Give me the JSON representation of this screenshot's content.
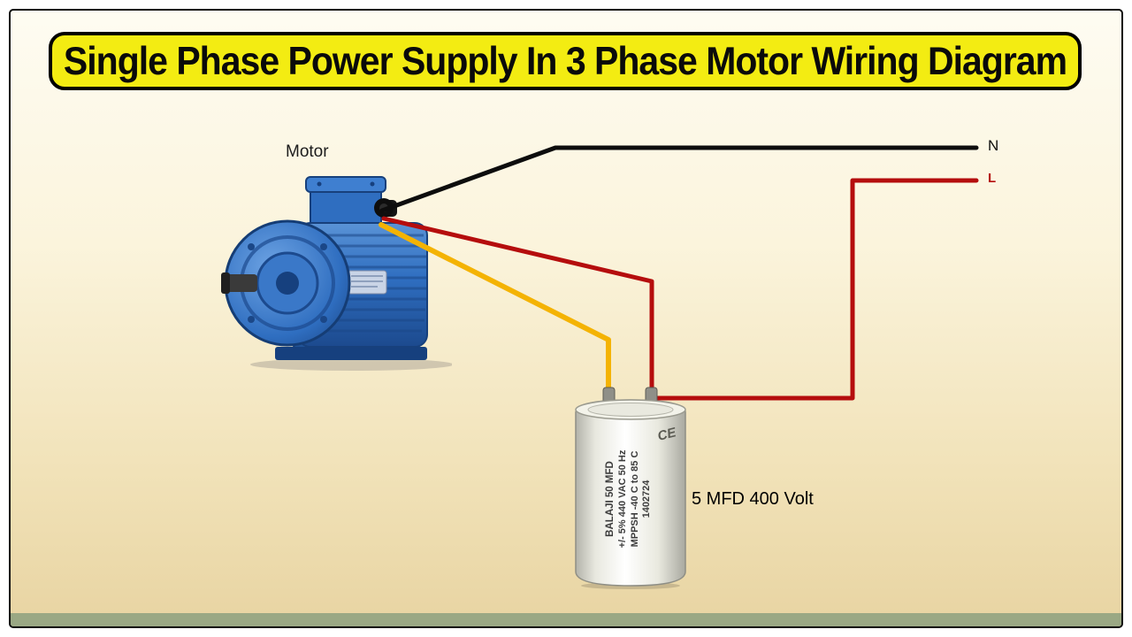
{
  "title": "Single Phase Power Supply In 3 Phase  Motor Wiring Diagram",
  "motor": {
    "label": "Motor"
  },
  "supply": {
    "neutral_label": "N",
    "line_label": "L"
  },
  "capacitor": {
    "print_line1": "BALAJI 50 MFD",
    "print_line2": "+/- 5%  440 VAC 50 Hz",
    "print_line3": "MPPSH -40  C to  85  C",
    "print_line4": "1402724",
    "ce_mark": "CE",
    "value_label": "5 MFD 400 Volt"
  },
  "colors": {
    "banner_bg": "#f3ec12",
    "banner_border": "#000000",
    "wire_neutral": "#0d0d0d",
    "wire_line": "#b50d0d",
    "wire_auxiliary": "#f4b303",
    "motor_blue": "#2f6ec0",
    "canvas_top": "#fdfaee",
    "canvas_bottom": "#e8d4a2",
    "footer_strip": "#9aa884"
  }
}
